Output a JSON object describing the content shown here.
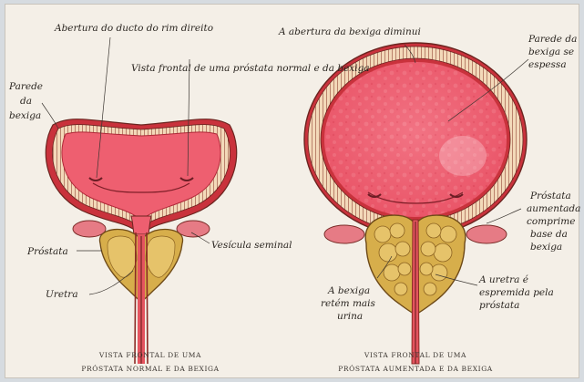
{
  "colors": {
    "bladder_outer": "#d8343d",
    "bladder_inner": "#f06a78",
    "wall": "#f3d9b9",
    "prostate": "#d9b24a",
    "prostate_dark": "#a77a22",
    "background": "#f4efe7"
  },
  "left_figure": {
    "label_ureter_opening": "Abertura do ducto do rim direito",
    "label_front_view": "Vista frontal de uma próstata normal e da bexiga",
    "label_wall_1": "Parede",
    "label_wall_2": "da",
    "label_wall_3": "bexiga",
    "label_prostate": "Próstata",
    "label_urethra": "Uretra",
    "label_seminal": "Vesícula seminal",
    "caption_line1": "VISTA FRONTAL DE UMA",
    "caption_line2": "PRÓSTATA NORMAL E DA BEXIGA"
  },
  "right_figure": {
    "label_opening_decreases": "A abertura da bexiga diminui",
    "label_wall_thickens_1": "Parede da",
    "label_wall_thickens_2": "bexiga se",
    "label_wall_thickens_3": "espessa",
    "label_prostate_enlarged_1": "Próstata",
    "label_prostate_enlarged_2": "aumentada",
    "label_prostate_enlarged_3": "comprime",
    "label_prostate_enlarged_4": "base da",
    "label_prostate_enlarged_5": "bexiga",
    "label_retains_1": "A bexiga",
    "label_retains_2": "retém mais",
    "label_retains_3": "urina",
    "label_urethra_squeezed_1": "A uretra é",
    "label_urethra_squeezed_2": "espremida pela",
    "label_urethra_squeezed_3": "próstata",
    "caption_line1": "VISTA FRONTAL DE UMA",
    "caption_line2": "PRÓSTATA AUMENTADA E DA BEXIGA"
  }
}
